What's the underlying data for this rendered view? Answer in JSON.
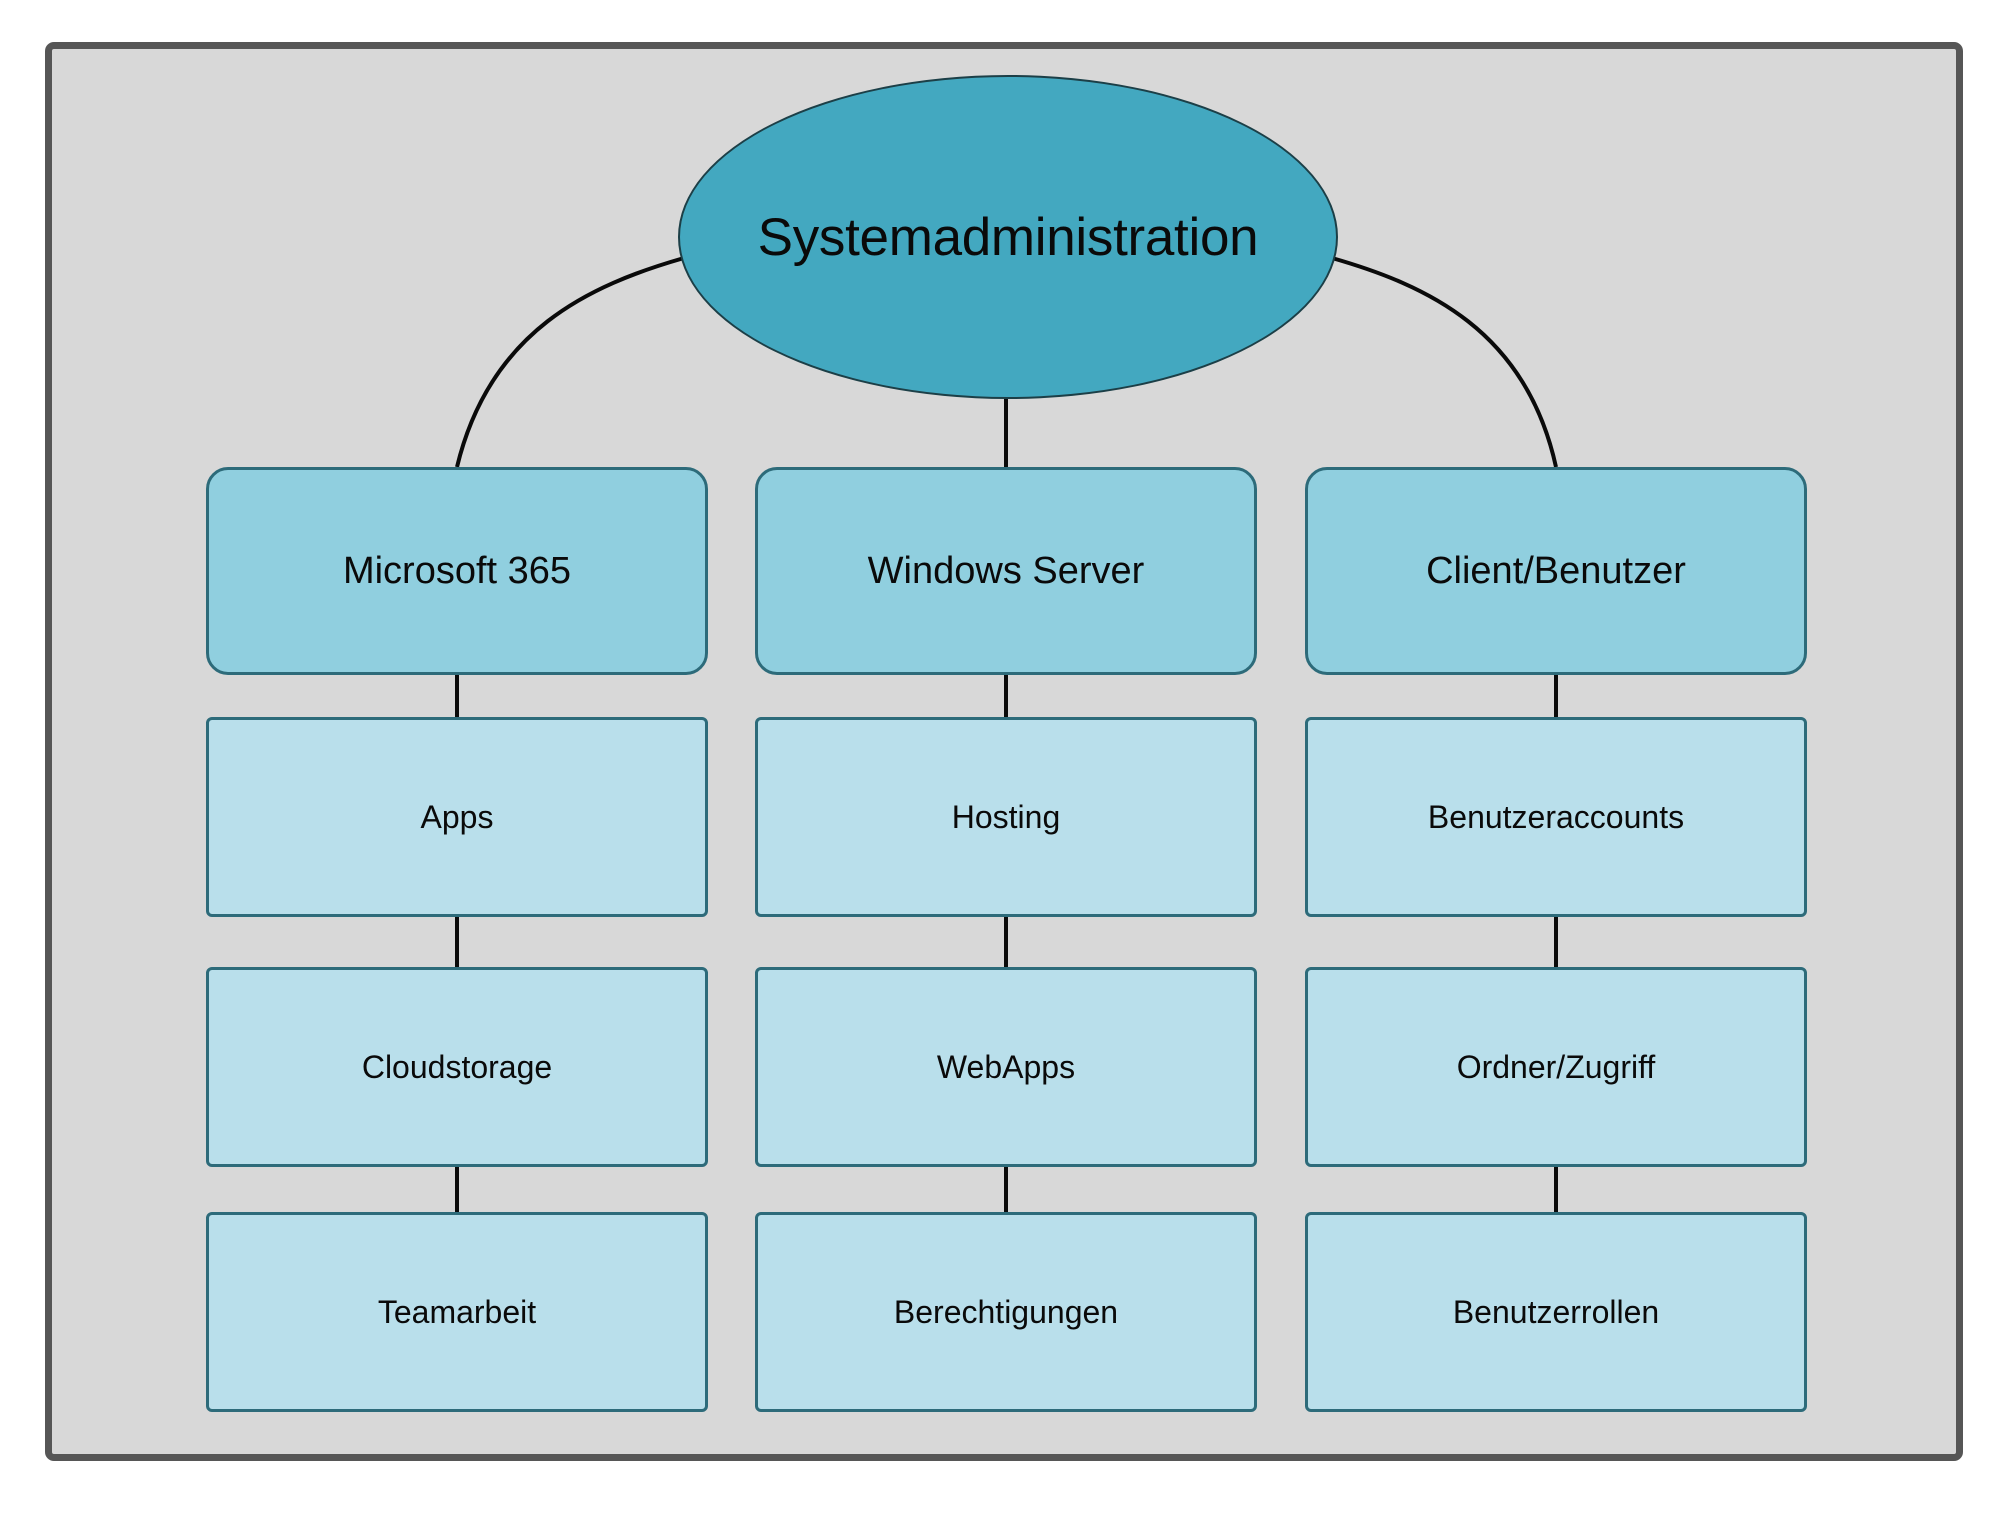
{
  "diagram": {
    "title": "Systemadministration",
    "type": "hierarchy-tree",
    "colors": {
      "page_background": "#ffffff",
      "frame_background": "#d8d8d8",
      "frame_border": "#565656",
      "root_fill": "#43a8c0",
      "level1_fill": "#90cfdf",
      "leaf_fill": "#b9dfeb",
      "node_border": "#2d6b7a",
      "connector": "#0a0a0a",
      "text": "#0a0a0a"
    },
    "root": {
      "label": "Systemadministration"
    },
    "branches": [
      {
        "id": "microsoft-365",
        "label": "Microsoft 365",
        "children": [
          {
            "id": "apps",
            "label": "Apps"
          },
          {
            "id": "cloudstorage",
            "label": "Cloudstorage"
          },
          {
            "id": "teamarbeit",
            "label": "Teamarbeit"
          }
        ]
      },
      {
        "id": "windows-server",
        "label": "Windows Server",
        "children": [
          {
            "id": "hosting",
            "label": "Hosting"
          },
          {
            "id": "webapps",
            "label": "WebApps"
          },
          {
            "id": "berechtigungen",
            "label": "Berechtigungen"
          }
        ]
      },
      {
        "id": "client-benutzer",
        "label": "Client/Benutzer",
        "children": [
          {
            "id": "benutzeraccounts",
            "label": "Benutzeraccounts"
          },
          {
            "id": "ordner-zugriff",
            "label": "Ordner/Zugriff"
          },
          {
            "id": "benutzerrollen",
            "label": "Benutzerrollen"
          }
        ]
      }
    ]
  }
}
